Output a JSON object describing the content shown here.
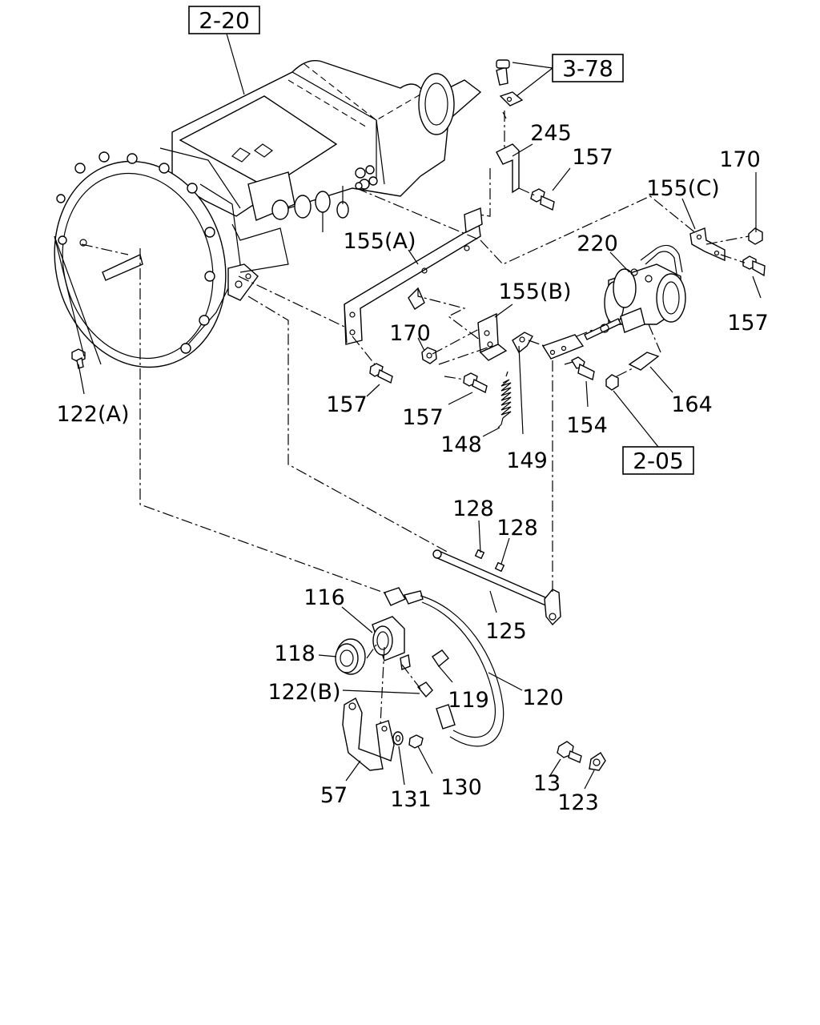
{
  "figure": {
    "refs": {
      "r220": "2-20",
      "r378": "3-78",
      "r205": "2-05"
    },
    "labels": {
      "l245": "245",
      "l157a": "157",
      "l170a": "170",
      "l155c": "155(C)",
      "l155a": "155(A)",
      "l220": "220",
      "l155b": "155(B)",
      "l157b": "157",
      "l170b": "170",
      "l157c": "157",
      "l157d": "157",
      "l164": "164",
      "l154": "154",
      "l122a": "122(A)",
      "l148": "148",
      "l149": "149",
      "l128a": "128",
      "l128b": "128",
      "l116": "116",
      "l125": "125",
      "l118": "118",
      "l122b": "122(B)",
      "l119": "119",
      "l120": "120",
      "l57": "57",
      "l131": "131",
      "l130": "130",
      "l13": "13",
      "l123": "123"
    }
  }
}
